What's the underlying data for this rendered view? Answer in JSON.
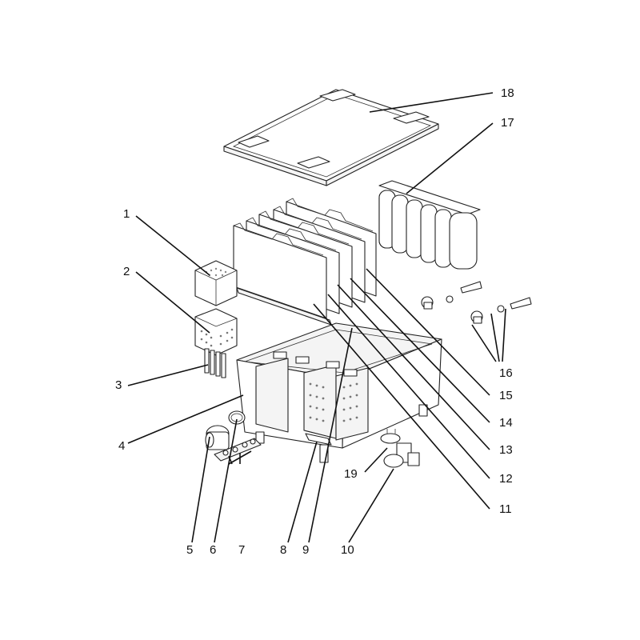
{
  "callouts": [
    "1",
    "2",
    "3",
    "4",
    "5",
    "6",
    "7",
    "8",
    "9",
    "10",
    "11",
    "12",
    "13",
    "14",
    "15",
    "16",
    "17",
    "18",
    "19"
  ],
  "colors": {
    "line": "#222222",
    "shade": "#e9e9e9",
    "background": "#ffffff"
  }
}
